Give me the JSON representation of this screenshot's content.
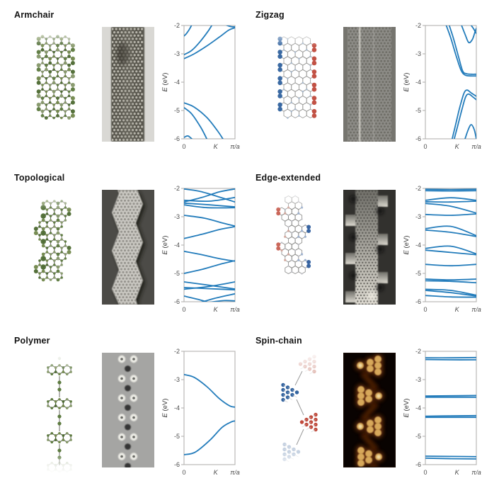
{
  "figure": {
    "palette": {
      "band_blue": "#1a77b8",
      "axis_gray": "#b3b2b0",
      "tick_text": "#4d4d4d",
      "title_text": "#141414",
      "molecule_olive": "#5e7b40",
      "spin_up_blue": "#32639f",
      "spin_down_red": "#c04a3c",
      "stm_gold": "#d7a85a"
    },
    "panels": [
      {
        "title": "Armchair",
        "molecule_style": "armchair-green",
        "stm_style": "armchair-stm"
      },
      {
        "title": "Zigzag",
        "molecule_style": "zigzag-spin",
        "stm_style": "zigzag-stm"
      },
      {
        "title": "Topological",
        "molecule_style": "topo-green",
        "stm_style": "topo-stm"
      },
      {
        "title": "Edge-extended",
        "molecule_style": "edge-spin",
        "stm_style": "edge-stm"
      },
      {
        "title": "Polymer",
        "molecule_style": "polymer-green",
        "stm_style": "polymer-stm"
      },
      {
        "title": "Spin-chain",
        "molecule_style": "spinchain-spin",
        "stm_style": "spinchain-stm"
      }
    ]
  },
  "chart_data": [
    {
      "type": "line",
      "title": "Armchair band structure",
      "ylabel": "E (eV)",
      "ylabel_parts": [
        "E",
        " (eV)"
      ],
      "ylim": [
        -6,
        -2
      ],
      "yticks": [
        -2,
        -3,
        -4,
        -5,
        -6
      ],
      "xticks": [
        {
          "label": "0",
          "pos": 0,
          "italic": false
        },
        {
          "label": "K",
          "pos": 0.62,
          "italic": true
        },
        {
          "label": "π/a",
          "pos": 1,
          "italic": true
        }
      ],
      "bands": [
        [
          [
            0,
            -2.37
          ],
          [
            0.05,
            -2.28
          ],
          [
            0.11,
            -2.12
          ],
          [
            0.16,
            -1.95
          ]
        ],
        [
          [
            0,
            -3.03
          ],
          [
            0.15,
            -2.88
          ],
          [
            0.32,
            -2.56
          ],
          [
            0.48,
            -2.18
          ],
          [
            0.56,
            -1.95
          ]
        ],
        [
          [
            0,
            -3.17
          ],
          [
            0.2,
            -3.0
          ],
          [
            0.45,
            -2.72
          ],
          [
            0.7,
            -2.4
          ],
          [
            0.88,
            -2.16
          ],
          [
            1,
            -2.08
          ]
        ],
        [
          [
            0.78,
            -1.95
          ],
          [
            0.9,
            -2.03
          ],
          [
            1,
            -2.05
          ]
        ],
        [
          [
            0,
            -4.73
          ],
          [
            0.2,
            -4.88
          ],
          [
            0.45,
            -5.25
          ],
          [
            0.65,
            -5.7
          ],
          [
            0.78,
            -6.05
          ]
        ],
        [
          [
            0,
            -4.9
          ],
          [
            0.15,
            -5.12
          ],
          [
            0.33,
            -5.6
          ],
          [
            0.46,
            -6.05
          ]
        ],
        [
          [
            0,
            -5.95
          ],
          [
            0.08,
            -5.9
          ],
          [
            0.18,
            -6.05
          ]
        ]
      ]
    },
    {
      "type": "line",
      "title": "Zigzag band structure",
      "ylabel": "E (eV)",
      "ylabel_parts": [
        "E",
        " (eV)"
      ],
      "ylim": [
        -6,
        -2
      ],
      "yticks": [
        -2,
        -3,
        -4,
        -5,
        -6
      ],
      "xticks": [
        {
          "label": "0",
          "pos": 0,
          "italic": false
        },
        {
          "label": "K",
          "pos": 0.62,
          "italic": true
        },
        {
          "label": "π/a",
          "pos": 1,
          "italic": true
        }
      ],
      "bands": [
        [
          [
            0.4,
            -1.95
          ],
          [
            0.5,
            -2.45
          ],
          [
            0.6,
            -3.05
          ],
          [
            0.7,
            -3.58
          ],
          [
            0.78,
            -3.75
          ],
          [
            0.88,
            -3.78
          ],
          [
            1,
            -3.78
          ]
        ],
        [
          [
            0.46,
            -1.95
          ],
          [
            0.55,
            -2.45
          ],
          [
            0.65,
            -3.1
          ],
          [
            0.73,
            -3.6
          ],
          [
            0.8,
            -3.7
          ],
          [
            0.9,
            -3.72
          ],
          [
            1,
            -3.72
          ]
        ],
        [
          [
            0.7,
            -1.95
          ],
          [
            0.78,
            -2.32
          ],
          [
            0.85,
            -2.6
          ],
          [
            0.92,
            -2.5
          ],
          [
            0.97,
            -2.25
          ],
          [
            1,
            -2.1
          ]
        ],
        [
          [
            0.88,
            -1.95
          ],
          [
            0.94,
            -2.1
          ],
          [
            1,
            -2.28
          ]
        ],
        [
          [
            0.52,
            -6.05
          ],
          [
            0.6,
            -5.45
          ],
          [
            0.68,
            -4.85
          ],
          [
            0.76,
            -4.38
          ],
          [
            0.82,
            -4.28
          ],
          [
            0.9,
            -4.38
          ],
          [
            1,
            -4.5
          ]
        ],
        [
          [
            0.56,
            -6.05
          ],
          [
            0.64,
            -5.5
          ],
          [
            0.72,
            -4.95
          ],
          [
            0.79,
            -4.52
          ],
          [
            0.85,
            -4.42
          ],
          [
            0.93,
            -4.52
          ],
          [
            1,
            -4.62
          ]
        ],
        [
          [
            0.77,
            -6.05
          ],
          [
            0.84,
            -5.68
          ],
          [
            0.9,
            -5.5
          ],
          [
            0.96,
            -5.68
          ],
          [
            1,
            -6.0
          ]
        ]
      ]
    },
    {
      "type": "line",
      "title": "Topological band structure",
      "ylabel": "E (eV)",
      "ylabel_parts": [
        "E",
        " (eV)"
      ],
      "ylim": [
        -6,
        -2
      ],
      "yticks": [
        -2,
        -3,
        -4,
        -5,
        -6
      ],
      "xticks": [
        {
          "label": "0",
          "pos": 0,
          "italic": false
        },
        {
          "label": "K",
          "pos": 0.62,
          "italic": true
        },
        {
          "label": "π/a",
          "pos": 1,
          "italic": true
        }
      ],
      "bands": [
        [
          [
            0,
            -2.02
          ],
          [
            0.3,
            -2.1
          ],
          [
            0.65,
            -2.28
          ],
          [
            1,
            -2.48
          ]
        ],
        [
          [
            0,
            -2.48
          ],
          [
            0.35,
            -2.32
          ],
          [
            0.7,
            -2.12
          ],
          [
            1,
            -2.02
          ]
        ],
        [
          [
            0,
            -2.42
          ],
          [
            0.5,
            -2.45
          ],
          [
            1,
            -2.32
          ]
        ],
        [
          [
            0,
            -2.52
          ],
          [
            0.5,
            -2.58
          ],
          [
            1,
            -2.65
          ]
        ],
        [
          [
            0,
            -2.58
          ],
          [
            0.45,
            -2.68
          ],
          [
            1,
            -2.68
          ]
        ],
        [
          [
            0,
            -2.95
          ],
          [
            0.4,
            -3.05
          ],
          [
            0.75,
            -3.22
          ],
          [
            1,
            -3.33
          ]
        ],
        [
          [
            0,
            -3.77
          ],
          [
            0.35,
            -3.62
          ],
          [
            0.72,
            -3.44
          ],
          [
            1,
            -3.35
          ]
        ],
        [
          [
            0,
            -4.22
          ],
          [
            0.35,
            -4.34
          ],
          [
            0.7,
            -4.48
          ],
          [
            1,
            -4.57
          ]
        ],
        [
          [
            0,
            -5.0
          ],
          [
            0.35,
            -4.86
          ],
          [
            0.7,
            -4.68
          ],
          [
            1,
            -4.55
          ]
        ],
        [
          [
            0,
            -5.3
          ],
          [
            0.5,
            -5.42
          ],
          [
            1,
            -5.55
          ]
        ],
        [
          [
            0,
            -5.56
          ],
          [
            0.5,
            -5.46
          ],
          [
            1,
            -5.3
          ]
        ],
        [
          [
            0,
            -5.5
          ],
          [
            0.5,
            -5.54
          ],
          [
            1,
            -5.58
          ]
        ],
        [
          [
            0,
            -5.8
          ],
          [
            0.28,
            -5.92
          ],
          [
            0.52,
            -6.05
          ]
        ],
        [
          [
            0.28,
            -6.05
          ],
          [
            0.6,
            -5.88
          ],
          [
            1,
            -5.72
          ]
        ],
        [
          [
            0.5,
            -6.02
          ],
          [
            0.78,
            -5.96
          ],
          [
            1,
            -5.97
          ]
        ]
      ]
    },
    {
      "type": "line",
      "title": "Edge-extended band structure",
      "ylabel": "E (eV)",
      "ylabel_parts": [
        "E",
        " (eV)"
      ],
      "ylim": [
        -6,
        -2
      ],
      "yticks": [
        -2,
        -3,
        -4,
        -5,
        -6
      ],
      "xticks": [
        {
          "label": "0",
          "pos": 0,
          "italic": false
        },
        {
          "label": "K",
          "pos": 0.62,
          "italic": true
        },
        {
          "label": "π/a",
          "pos": 1,
          "italic": true
        }
      ],
      "bands": [
        [
          [
            0,
            -2.03
          ],
          [
            0.5,
            -2.04
          ],
          [
            1,
            -2.03
          ]
        ],
        [
          [
            0,
            -2.08
          ],
          [
            0.5,
            -2.09
          ],
          [
            1,
            -2.08
          ]
        ],
        [
          [
            0,
            -2.42
          ],
          [
            0.5,
            -2.33
          ],
          [
            1,
            -2.42
          ]
        ],
        [
          [
            0,
            -2.47
          ],
          [
            0.5,
            -2.48
          ],
          [
            1,
            -2.45
          ]
        ],
        [
          [
            0,
            -2.53
          ],
          [
            0.5,
            -2.63
          ],
          [
            1,
            -2.87
          ]
        ],
        [
          [
            0,
            -2.92
          ],
          [
            0.5,
            -2.95
          ],
          [
            1,
            -2.9
          ]
        ],
        [
          [
            0,
            -3.42
          ],
          [
            0.5,
            -3.34
          ],
          [
            1,
            -3.67
          ]
        ],
        [
          [
            0,
            -3.47
          ],
          [
            0.5,
            -3.55
          ],
          [
            1,
            -3.7
          ]
        ],
        [
          [
            0,
            -4.12
          ],
          [
            0.5,
            -4.04
          ],
          [
            1,
            -4.31
          ]
        ],
        [
          [
            0,
            -4.18
          ],
          [
            0.5,
            -4.26
          ],
          [
            1,
            -4.34
          ]
        ],
        [
          [
            0,
            -4.68
          ],
          [
            0.5,
            -4.73
          ],
          [
            1,
            -4.68
          ]
        ],
        [
          [
            0,
            -5.2
          ],
          [
            0.5,
            -5.23
          ],
          [
            1,
            -5.2
          ]
        ],
        [
          [
            0,
            -5.26
          ],
          [
            0.5,
            -5.28
          ],
          [
            1,
            -5.33
          ]
        ],
        [
          [
            0,
            -5.56
          ],
          [
            0.5,
            -5.6
          ],
          [
            1,
            -5.77
          ]
        ],
        [
          [
            0,
            -5.6
          ],
          [
            0.5,
            -5.68
          ],
          [
            1,
            -5.8
          ]
        ],
        [
          [
            0,
            -5.78
          ],
          [
            0.5,
            -5.83
          ],
          [
            1,
            -5.84
          ]
        ]
      ]
    },
    {
      "type": "line",
      "title": "Polymer band structure",
      "ylabel": "E (eV)",
      "ylabel_parts": [
        "E",
        " (eV)"
      ],
      "ylim": [
        -6,
        -2
      ],
      "yticks": [
        -2,
        -3,
        -4,
        -5,
        -6
      ],
      "xticks": [
        {
          "label": "0",
          "pos": 0,
          "italic": false
        },
        {
          "label": "K",
          "pos": 0.62,
          "italic": true
        },
        {
          "label": "π/a",
          "pos": 1,
          "italic": true
        }
      ],
      "bands": [
        [
          [
            0,
            -2.82
          ],
          [
            0.2,
            -2.92
          ],
          [
            0.45,
            -3.25
          ],
          [
            0.7,
            -3.68
          ],
          [
            0.9,
            -3.93
          ],
          [
            1,
            -3.97
          ]
        ],
        [
          [
            0,
            -5.65
          ],
          [
            0.22,
            -5.56
          ],
          [
            0.5,
            -5.15
          ],
          [
            0.75,
            -4.68
          ],
          [
            0.93,
            -4.49
          ],
          [
            1,
            -4.46
          ]
        ]
      ]
    },
    {
      "type": "line",
      "title": "Spin-chain band structure",
      "ylabel": "E (eV)",
      "ylabel_parts": [
        "E",
        " (eV)"
      ],
      "ylim": [
        -6,
        -2
      ],
      "yticks": [
        -2,
        -3,
        -4,
        -5,
        -6
      ],
      "xticks": [
        {
          "label": "0",
          "pos": 0,
          "italic": false
        },
        {
          "label": "K",
          "pos": 0.62,
          "italic": true
        },
        {
          "label": "π/a",
          "pos": 1,
          "italic": true
        }
      ],
      "bands": [
        [
          [
            0,
            -2.23
          ],
          [
            0.5,
            -2.23
          ],
          [
            1,
            -2.22
          ]
        ],
        [
          [
            0,
            -2.29
          ],
          [
            0.5,
            -2.3
          ],
          [
            1,
            -2.3
          ]
        ],
        [
          [
            0,
            -3.58
          ],
          [
            0.5,
            -3.57
          ],
          [
            1,
            -3.56
          ]
        ],
        [
          [
            0,
            -3.62
          ],
          [
            0.5,
            -3.62
          ],
          [
            1,
            -3.62
          ]
        ],
        [
          [
            0,
            -4.29
          ],
          [
            0.5,
            -4.28
          ],
          [
            1,
            -4.27
          ]
        ],
        [
          [
            0,
            -4.33
          ],
          [
            0.5,
            -4.33
          ],
          [
            1,
            -4.33
          ]
        ],
        [
          [
            0,
            -5.7
          ],
          [
            0.5,
            -5.71
          ],
          [
            1,
            -5.72
          ]
        ],
        [
          [
            0,
            -5.77
          ],
          [
            0.5,
            -5.79
          ],
          [
            1,
            -5.8
          ]
        ]
      ]
    }
  ]
}
